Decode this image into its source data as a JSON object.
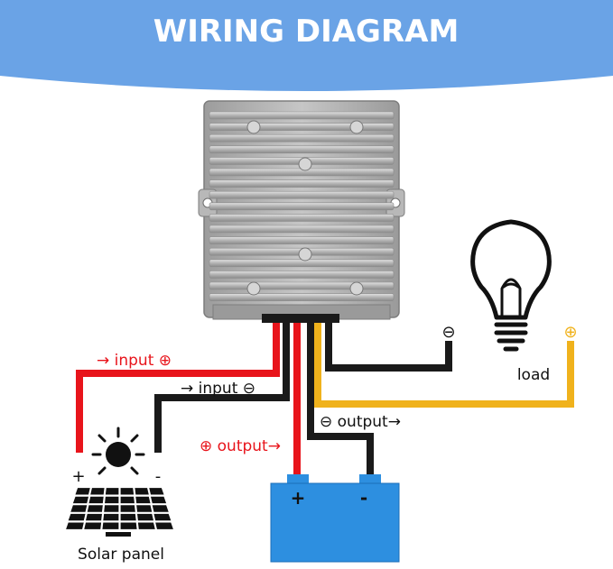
{
  "header": {
    "title": "WIRING DIAGRAM",
    "bg_color": "#6aa3e6",
    "text_color": "#ffffff"
  },
  "labels": {
    "input_pos": "→ input ⊕",
    "input_neg": "→ input ⊖",
    "output_neg": "⊖ output→",
    "output_pos": "⊕ output→",
    "load": "load",
    "solar": "Solar panel",
    "load_neg_symbol": "⊖",
    "load_pos_symbol": "⊕",
    "solar_pos": "+",
    "solar_neg": "-",
    "battery_pos": "+",
    "battery_neg": "-"
  },
  "colors": {
    "wire_red": "#e8141b",
    "wire_black": "#1a1a1a",
    "wire_yellow": "#f0b21c",
    "battery_blue": "#2d8fe0",
    "red_text": "#e8141b",
    "module_gray": "#a9a9a9"
  },
  "icons": {
    "converter": "dc-converter-module-icon",
    "bulb": "light-bulb-icon",
    "solar": "solar-panel-icon",
    "sun": "sun-icon",
    "battery": "battery-icon"
  }
}
